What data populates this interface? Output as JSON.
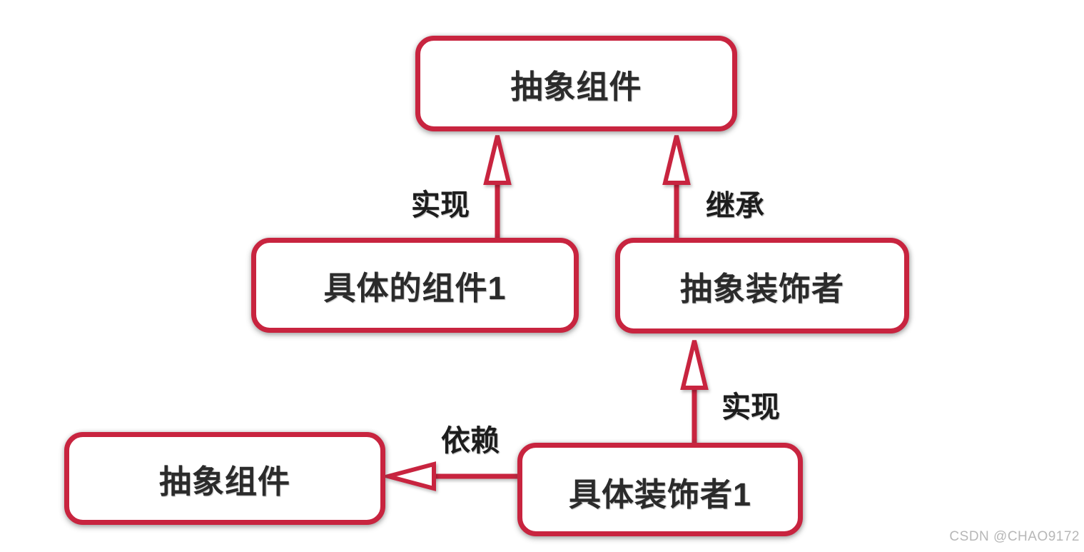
{
  "diagram": {
    "type": "uml-class-diagram",
    "subject": "decorator-pattern",
    "nodes": [
      {
        "id": "abstract-component-top",
        "label": "抽象组件"
      },
      {
        "id": "concrete-component-1",
        "label": "具体的组件1"
      },
      {
        "id": "abstract-decorator",
        "label": "抽象装饰者"
      },
      {
        "id": "abstract-component-bottom",
        "label": "抽象组件"
      },
      {
        "id": "concrete-decorator-1",
        "label": "具体装饰者1"
      }
    ],
    "edges": [
      {
        "from": "concrete-component-1",
        "to": "abstract-component-top",
        "label": "实现",
        "type": "realization",
        "direction": "up"
      },
      {
        "from": "abstract-decorator",
        "to": "abstract-component-top",
        "label": "继承",
        "type": "inheritance",
        "direction": "up"
      },
      {
        "from": "concrete-decorator-1",
        "to": "abstract-decorator",
        "label": "实现",
        "type": "realization",
        "direction": "up"
      },
      {
        "from": "concrete-decorator-1",
        "to": "abstract-component-bottom",
        "label": "依赖",
        "type": "dependency",
        "direction": "left"
      }
    ],
    "colors": {
      "box_border": "#C8243F",
      "box_fill": "#FFFFFF",
      "arrow": "#C8243F",
      "text": "#2B2B2B",
      "watermark_text": "#B7B7B7",
      "background": "#FFFFFF"
    },
    "watermark": "CSDN @CHAO9172"
  }
}
